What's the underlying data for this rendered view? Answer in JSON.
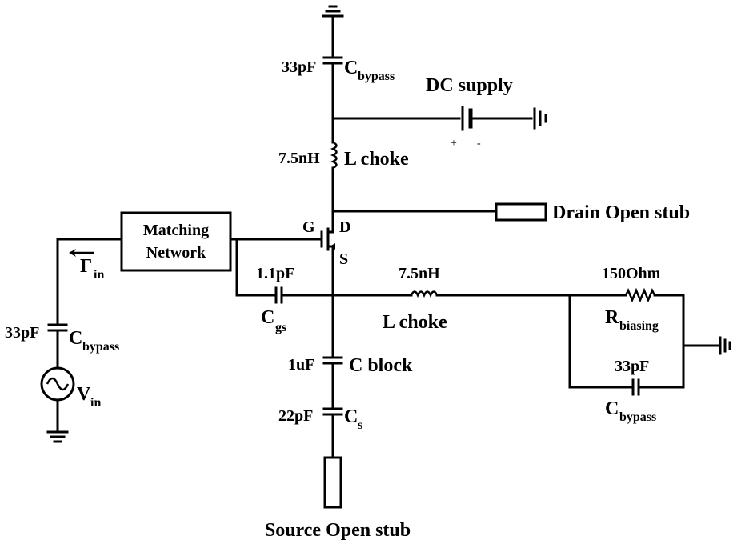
{
  "labels": {
    "cap_top_value": "33pF",
    "cap_top_name": "C",
    "cap_top_sub": "bypass",
    "dc_supply": "DC supply",
    "dc_plus": "+",
    "dc_minus": "-",
    "inductor_top_value": "7.5nH",
    "inductor_top_name": "L choke",
    "drain_stub": "Drain Open stub",
    "gate": "G",
    "drain": "D",
    "source": "S",
    "matching_line1": "Matching",
    "matching_line2": "Network",
    "gamma": "Γ",
    "gamma_sub": "in",
    "cgs_value": "1.1pF",
    "cgs_name": "C",
    "cgs_sub": "gs",
    "inductor_mid_value": "7.5nH",
    "inductor_mid_name": "L choke",
    "resistor_value": "150Ohm",
    "resistor_name": "R",
    "resistor_sub": "biasing",
    "cap_right_value": "33pF",
    "cap_right_name": "C",
    "cap_right_sub": "bypass",
    "cap_left_value": "33pF",
    "cap_left_name": "C",
    "cap_left_sub": "bypass",
    "vin_name": "V",
    "vin_sub": "in",
    "cblock_value": "1uF",
    "cblock_name": "C block",
    "cs_value": "22pF",
    "cs_name": "C",
    "cs_sub": "s",
    "source_stub": "Source Open stub"
  }
}
